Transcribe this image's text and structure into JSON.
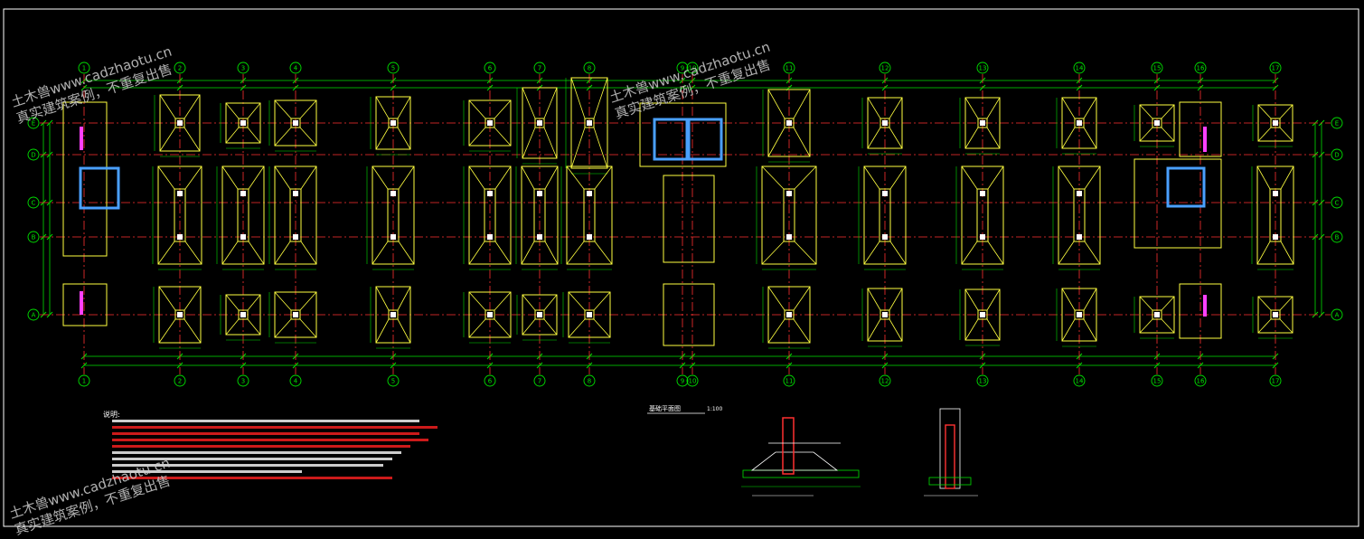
{
  "colors": {
    "background": "#000000",
    "frame": "#ffffff",
    "axis": "#ff3030",
    "dimension": "#00e000",
    "footing": "#ffff40",
    "column": "#ffffff",
    "wall": "#4aa0ff",
    "hatch": "#ff40ff",
    "notes_white": "#ffffff",
    "notes_red": "#ff2020"
  },
  "axes": {
    "vertical": [
      "1",
      "2",
      "3",
      "4",
      "5",
      "6",
      "7",
      "8",
      "9",
      "10",
      "11",
      "12",
      "13",
      "14",
      "15",
      "16",
      "17"
    ],
    "horizontal": [
      "E",
      "D",
      "C",
      "B",
      "A"
    ]
  },
  "watermarks": [
    {
      "line1": "土木兽www.cadzhaotu.cn",
      "line2": "真实建筑案例，不重复出售"
    },
    {
      "line1": "土木兽www.cadzhaotu.cn",
      "line2": "真实建筑案例，不重复出售"
    },
    {
      "line1": "土木兽www.cadzhaotu.cn",
      "line2": "真实建筑案例，不重复出售"
    }
  ],
  "notes": {
    "heading": "说明:"
  },
  "detail_titles": {
    "left": "基础平面图",
    "left_scale": "1:100"
  },
  "icons": {
    "axis_bubble": "axis-bubble-icon",
    "column": "column-square-icon"
  }
}
